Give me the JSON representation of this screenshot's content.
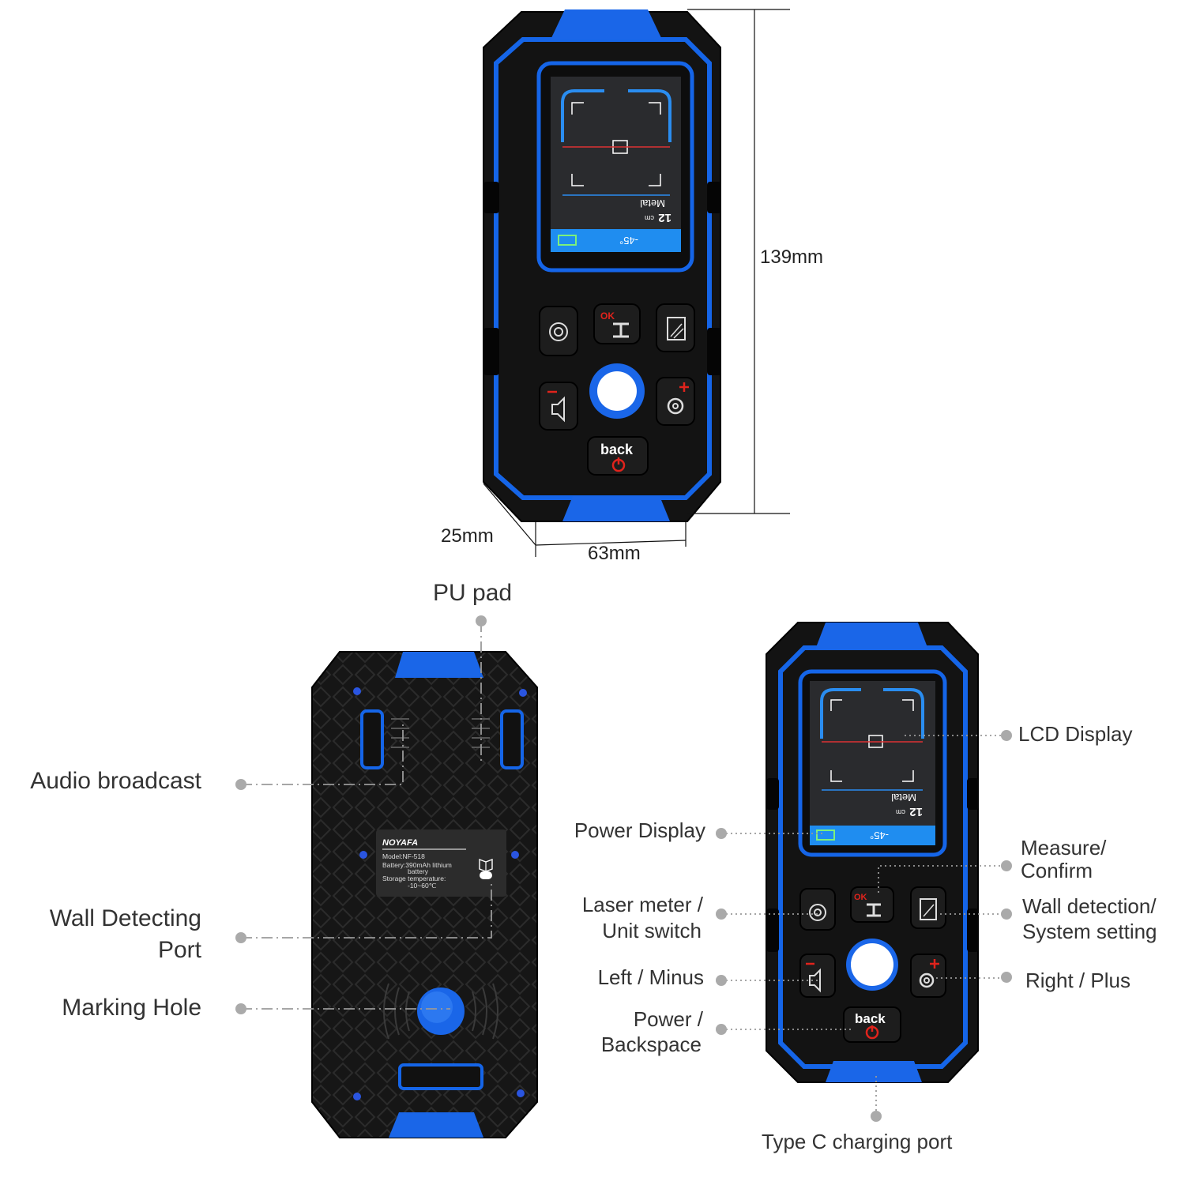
{
  "dimensions": {
    "height": "139mm",
    "width": "63mm",
    "depth": "25mm"
  },
  "device_screen": {
    "distance": "12",
    "unit": "cm",
    "material": "Metal",
    "angle": "-45°"
  },
  "buttons": {
    "ok": "OK",
    "back": "back"
  },
  "back_label": {
    "brand": "NOYAFA",
    "model": "Model:NF-518",
    "battery_1": "Battery:390mAh lithium",
    "battery_2": "battery",
    "storage_1": "Storage temperature:",
    "storage_2": "-10~60℃"
  },
  "callouts": {
    "pu_pad": "PU pad",
    "audio_broadcast": "Audio broadcast",
    "wall_port_1": "Wall Detecting",
    "wall_port_2": "Port",
    "marking_hole": "Marking Hole",
    "lcd_display": "LCD Display",
    "power_display": "Power Display",
    "measure_1": "Measure/",
    "measure_2": "Confirm",
    "laser_1": "Laser meter /",
    "laser_2": "Unit switch",
    "wall_detection_1": "Wall detection/",
    "wall_detection_2": "System setting",
    "left_minus": "Left / Minus",
    "right_plus": "Right / Plus",
    "power_1": "Power /",
    "power_2": "Backspace",
    "type_c": "Type C charging port"
  },
  "colors": {
    "accent": "#1565e8",
    "body": "#111111",
    "screen": "#2a2b2e",
    "red": "#e0231c",
    "leader": "#999999"
  }
}
